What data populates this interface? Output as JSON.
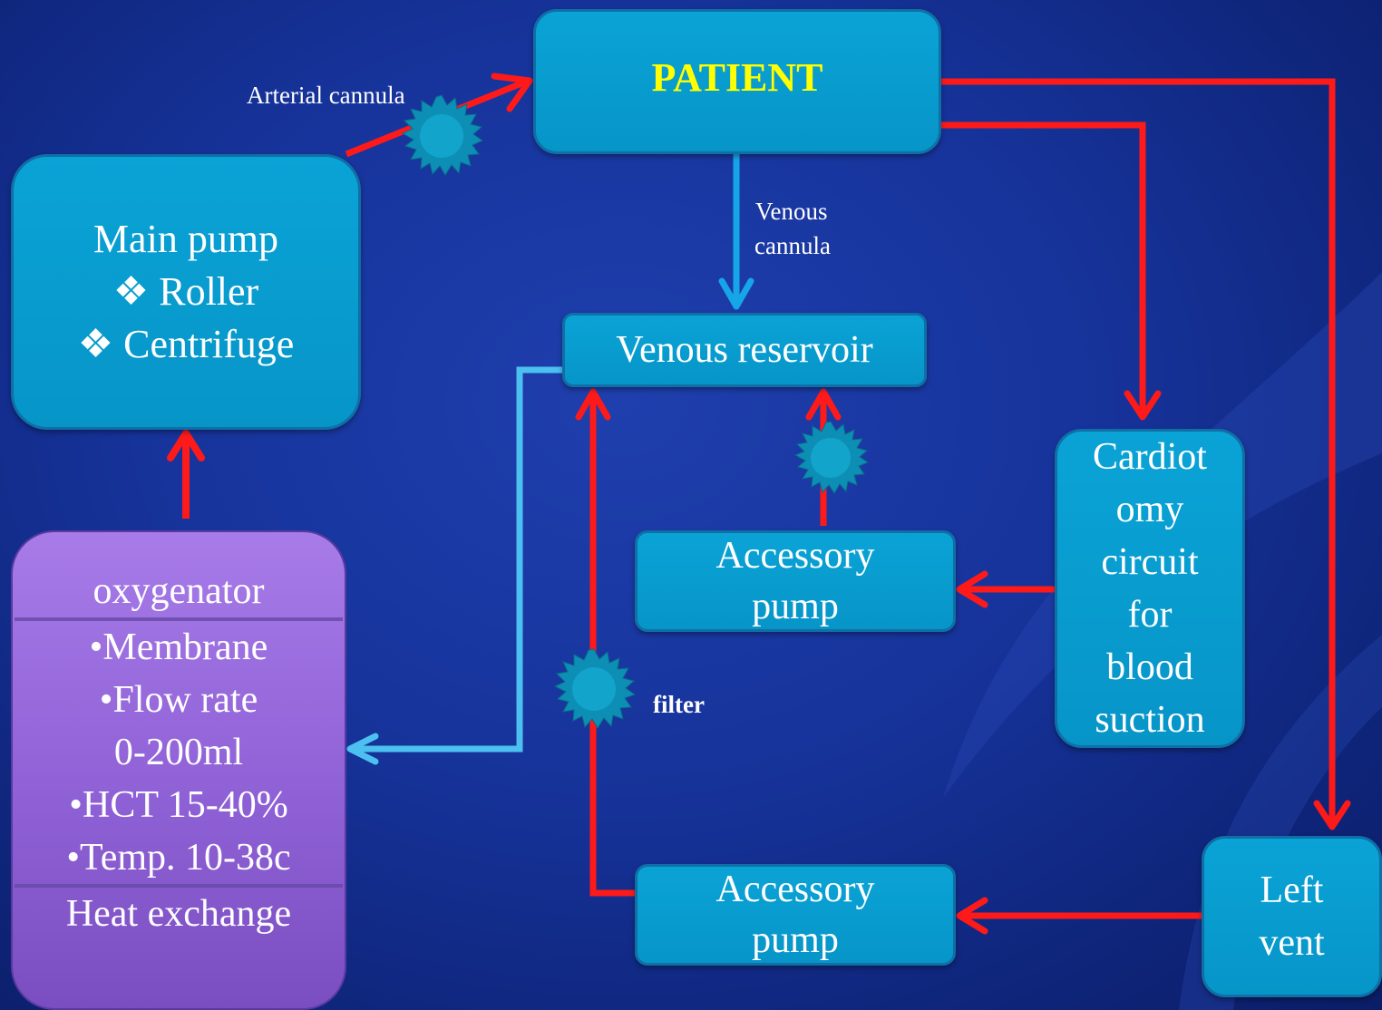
{
  "patient": {
    "label": "PATIENT"
  },
  "main_pump": {
    "title": "Main pump",
    "items": [
      "❖ Roller",
      "❖ Centrifuge"
    ]
  },
  "venous_reservoir": {
    "label": "Venous reservoir"
  },
  "accessory_pump_top": {
    "line1": "Accessory",
    "line2": "pump"
  },
  "accessory_pump_bottom": {
    "line1": "Accessory",
    "line2": "pump"
  },
  "cardiotomy": {
    "lines": [
      "Cardiot",
      "omy",
      "circuit",
      "for",
      "blood",
      "suction"
    ]
  },
  "left_vent": {
    "line1": "Left",
    "line2": "vent"
  },
  "oxygenator": {
    "title": "oxygenator",
    "lines": [
      "•Membrane",
      "•Flow rate",
      "0-200ml",
      "•HCT 15-40%",
      "•Temp. 10-38c"
    ],
    "footer": "Heat exchange"
  },
  "labels": {
    "arterial_cannula": "Arterial cannula",
    "venous_cannula_1": "Venous",
    "venous_cannula_2": "cannula",
    "filter": "filter"
  },
  "colors": {
    "arrow_red": "#ff1a1a",
    "arrow_blue_venous": "#16a6e8",
    "arrow_blue_return": "#4cc0f0",
    "patient_text": "#ffff00",
    "filter_fill": "#0d8fb5"
  }
}
